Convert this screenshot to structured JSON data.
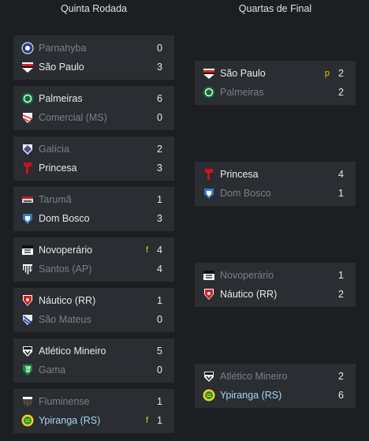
{
  "columns": {
    "round_left": "Quinta Rodada",
    "round_right": "Quartas de Final"
  },
  "left_matches": [
    {
      "home": {
        "name": "Parnahyba",
        "score": "0",
        "state": "loser",
        "badge": "parnahyba-badge"
      },
      "away": {
        "name": "São Paulo",
        "score": "3",
        "state": "winner",
        "badge": "sao-paulo-badge"
      }
    },
    {
      "home": {
        "name": "Palmeiras",
        "score": "6",
        "state": "winner",
        "badge": "palmeiras-badge"
      },
      "away": {
        "name": "Comercial (MS)",
        "score": "0",
        "state": "loser",
        "badge": "comercial-badge"
      }
    },
    {
      "home": {
        "name": "Galícia",
        "score": "2",
        "state": "loser",
        "badge": "galicia-badge"
      },
      "away": {
        "name": "Princesa",
        "score": "3",
        "state": "winner",
        "badge": "princesa-badge"
      }
    },
    {
      "home": {
        "name": "Tarumã",
        "score": "1",
        "state": "loser",
        "badge": "taruma-badge"
      },
      "away": {
        "name": "Dom Bosco",
        "score": "3",
        "state": "winner",
        "badge": "dom-bosco-badge"
      }
    },
    {
      "home": {
        "name": "Novoperário",
        "score": "4",
        "state": "winner",
        "badge": "novoperario-badge",
        "flag": "f"
      },
      "away": {
        "name": "Santos (AP)",
        "score": "4",
        "state": "loser",
        "badge": "santos-badge"
      }
    },
    {
      "home": {
        "name": "Náutico (RR)",
        "score": "1",
        "state": "winner",
        "badge": "nautico-badge"
      },
      "away": {
        "name": "São Mateus",
        "score": "0",
        "state": "loser",
        "badge": "sao-mateus-badge"
      }
    },
    {
      "home": {
        "name": "Atlético Mineiro",
        "score": "5",
        "state": "winner",
        "badge": "atletico-badge"
      },
      "away": {
        "name": "Gama",
        "score": "0",
        "state": "loser",
        "badge": "gama-badge"
      }
    },
    {
      "home": {
        "name": "Fluminense",
        "score": "1",
        "state": "loser",
        "badge": "fluminense-badge"
      },
      "away": {
        "name": "Ypiranga (RS)",
        "score": "1",
        "state": "hl",
        "badge": "ypiranga-badge",
        "flag": "f"
      }
    }
  ],
  "right_matches": [
    {
      "home": {
        "name": "São Paulo",
        "score": "2",
        "state": "winner",
        "badge": "sao-paulo-badge",
        "flag": "p"
      },
      "away": {
        "name": "Palmeiras",
        "score": "2",
        "state": "loser",
        "badge": "palmeiras-badge"
      }
    },
    {
      "home": {
        "name": "Princesa",
        "score": "4",
        "state": "winner",
        "badge": "princesa-badge"
      },
      "away": {
        "name": "Dom Bosco",
        "score": "1",
        "state": "loser",
        "badge": "dom-bosco-badge"
      }
    },
    {
      "home": {
        "name": "Novoperário",
        "score": "1",
        "state": "loser",
        "badge": "novoperario-badge"
      },
      "away": {
        "name": "Náutico (RR)",
        "score": "2",
        "state": "winner",
        "badge": "nautico-badge"
      }
    },
    {
      "home": {
        "name": "Atlético Mineiro",
        "score": "2",
        "state": "loser",
        "badge": "atletico-badge"
      },
      "away": {
        "name": "Ypiranga (RS)",
        "score": "6",
        "state": "hl",
        "badge": "ypiranga-badge"
      }
    }
  ]
}
